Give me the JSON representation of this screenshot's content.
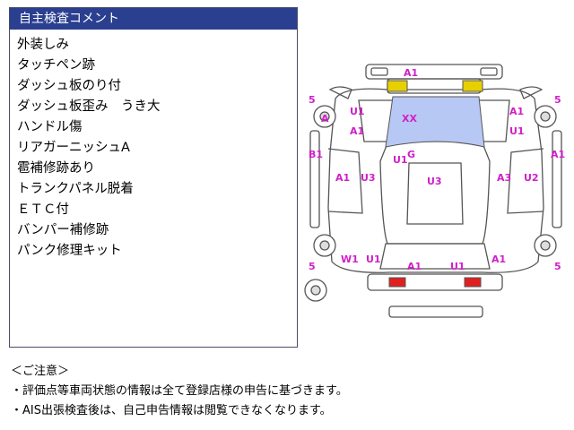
{
  "comment_panel": {
    "title": "自主検査コメント",
    "items": [
      "外装しみ",
      "タッチペン跡",
      "ダッシュ板のり付",
      "ダッシュ板歪み　うき大",
      "ハンドル傷",
      "リアガーニッシュA",
      "雹補修跡あり",
      "トランクパネル脱着",
      "ＥＴＣ付",
      "バンパー補修跡",
      "パンク修理キット"
    ]
  },
  "notes": {
    "heading": "＜ご注意＞",
    "lines": [
      "・評価点等車両状態の情報は全て登録店様の申告に基づきます。",
      "・AIS出張検査後は、自己申告情報は閲覧できなくなります。"
    ]
  },
  "diagram": {
    "label_color": "#d020c8",
    "windshield_color": "#b8c8f4",
    "headlight_color": "#e8d000",
    "taillight_color": "#e02020",
    "labels": {
      "front_bumper": "A1",
      "left_front_top": "5",
      "left_front_fender_1": "U1",
      "left_front_fender_2": "A1",
      "left_front_wheel": "A",
      "windshield": "XX",
      "right_front_top": "5",
      "right_front_fender_1": "A1",
      "right_front_fender_2": "U1",
      "left_pillar": "B1",
      "right_pillar": "A1",
      "roof_1": "U1",
      "roof_2": "G",
      "left_door_1": "A1",
      "left_door_2": "U3",
      "roof_center": "U3",
      "right_door_1": "A3",
      "right_door_2": "U2",
      "left_rear_1": "W1",
      "left_rear_2": "U1",
      "rear_bumper_1": "A1",
      "rear_bumper_2": "U1",
      "right_rear": "A1",
      "left_rear_bottom": "5",
      "right_rear_bottom": "5"
    }
  }
}
